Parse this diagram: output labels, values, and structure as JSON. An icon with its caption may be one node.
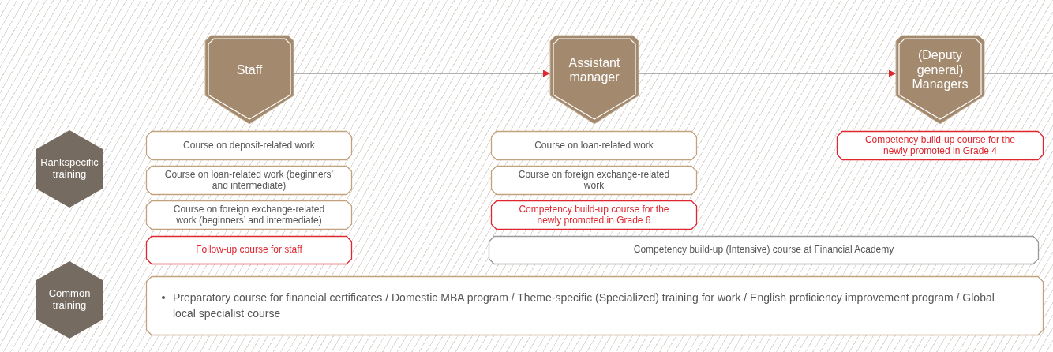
{
  "diagram": {
    "nodes": [
      {
        "text": [
          "Staff"
        ]
      },
      {
        "text": [
          "Assistant manager"
        ]
      },
      {
        "text": [
          "(Deputy general) Managers"
        ]
      },
      {
        "text": [
          "Rankspecific training"
        ]
      },
      {
        "text": [
          "Common training"
        ]
      },
      {
        "text": [
          "Course on deposit-related work"
        ]
      },
      {
        "text": [
          "Course on loan-related work (beginners’ and intermediate)"
        ]
      },
      {
        "text": [
          "Course on foreign exchange-related work (beginners’ and intermediate)"
        ]
      },
      {
        "text": [
          "Follow-up course for staff"
        ]
      },
      {
        "text": [
          "Course on loan-related work"
        ]
      },
      {
        "text": [
          "Course on foreign exchange-related work"
        ]
      },
      {
        "text": [
          "Competency build-up course for the newly promoted in Grade 6"
        ]
      },
      {
        "text": [
          "Competency build-up (Intensive) course at Financial Academy"
        ]
      },
      {
        "text": [
          "Competency build-up course for the newly promoted in Grade 4"
        ]
      },
      {
        "text": [
          "Preparatory course for financial certificates / Domestic MBA program / Theme-specific (Specialized) training for work / English proficiency improvement program / Global local specialist course"
        ]
      }
    ],
    "edges": [
      {
        "from": 0,
        "to": 1,
        "arrow": "to"
      },
      {
        "from": 1,
        "to": 2,
        "arrow": "to"
      },
      {
        "from": 2,
        "to": null,
        "arrow": "none"
      }
    ]
  }
}
